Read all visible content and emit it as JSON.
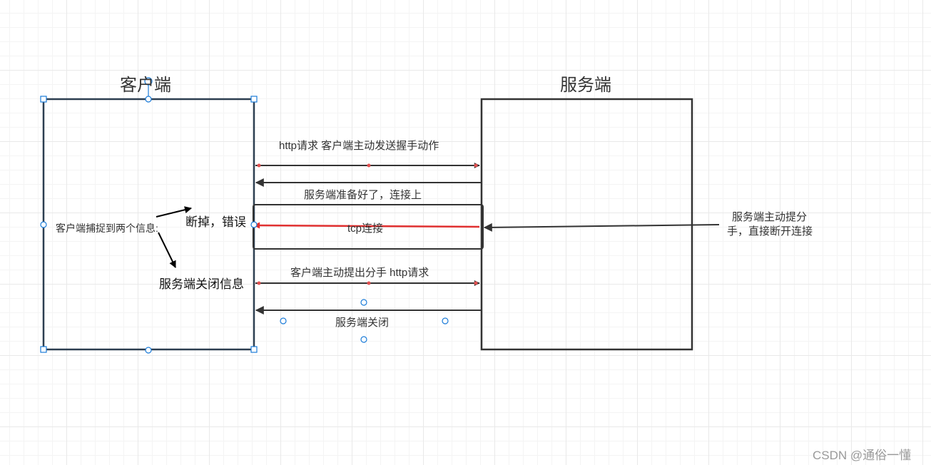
{
  "client": {
    "title": "客户端",
    "note": "客户端捕捉到两个信息:",
    "error_label": "断掉，错误",
    "close_info_label": "服务端关闭信息"
  },
  "server": {
    "title": "服务端",
    "note_line1": "服务端主动提分",
    "note_line2": "手，直接断开连接"
  },
  "messages": {
    "http_request": "http请求 客户端主动发送握手动作",
    "server_ready": "服务端准备好了，连接上",
    "tcp_connection": "tcp连接",
    "client_close": "客户端主动提出分手 http请求",
    "server_closed": "服务端关闭"
  },
  "watermark": "CSDN @通俗一懂",
  "colors": {
    "line": "#333333",
    "red_line": "#e03030",
    "handle": "#1a7bd8"
  }
}
